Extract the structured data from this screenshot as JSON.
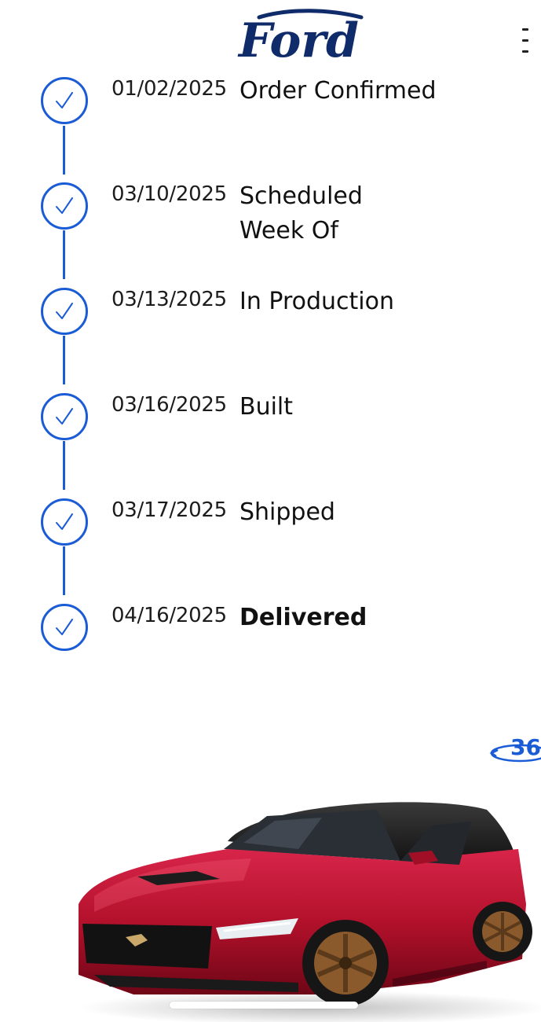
{
  "header": {
    "logo_text": "Ford"
  },
  "timeline": {
    "steps": [
      {
        "date": "01/02/2025",
        "label": "Order Confirmed",
        "completed": true
      },
      {
        "date": "03/10/2025",
        "label": "Scheduled Week Of",
        "completed": true
      },
      {
        "date": "03/13/2025",
        "label": "In Production",
        "completed": true
      },
      {
        "date": "03/16/2025",
        "label": "Built",
        "completed": true
      },
      {
        "date": "03/17/2025",
        "label": "Shipped",
        "completed": true
      },
      {
        "date": "04/16/2025",
        "label": "Delivered",
        "completed": true,
        "emphasized": true
      }
    ]
  },
  "viewer": {
    "badge_text": "36",
    "badge_icon": "rotate-360-icon"
  },
  "colors": {
    "accent": "#1a5bd6",
    "ford_blue": "#102b6a",
    "car_red": "#b3112b"
  },
  "icons": {
    "step": "checkmark-icon",
    "menu": "menu-icon"
  }
}
